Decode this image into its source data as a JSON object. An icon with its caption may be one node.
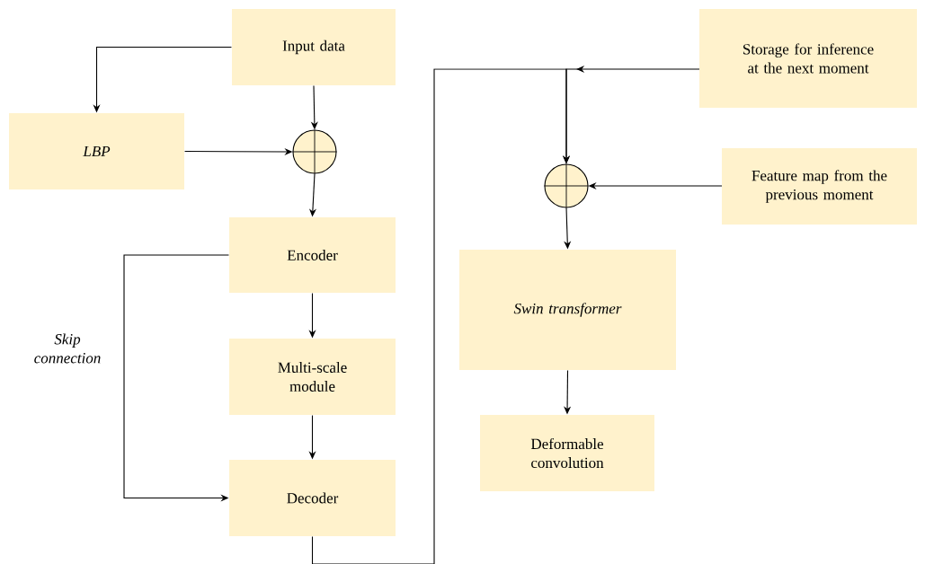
{
  "diagram": {
    "nodes": [
      {
        "text": [
          "Input data"
        ]
      },
      {
        "text": [
          "LBP"
        ]
      },
      {
        "text": [],
        "shape": "circle"
      },
      {
        "text": [
          "Encoder"
        ]
      },
      {
        "text": [
          "Multi-scale module"
        ]
      },
      {
        "text": [
          "Decoder"
        ]
      },
      {
        "text": [
          "Storage for inference at the next moment"
        ]
      },
      {
        "text": [],
        "shape": "circle"
      },
      {
        "text": [
          "Feature map from the previous moment"
        ]
      },
      {
        "text": [
          "Swin transformer"
        ]
      },
      {
        "text": [
          "Deformable convolution"
        ]
      }
    ],
    "edges": [
      {
        "from": 0,
        "to": 1,
        "arrow": "to"
      },
      {
        "from": 0,
        "to": 2,
        "arrow": "to"
      },
      {
        "from": 1,
        "to": 2,
        "arrow": "to"
      },
      {
        "from": 2,
        "to": 3,
        "arrow": "to"
      },
      {
        "from": 3,
        "to": 4,
        "arrow": "to"
      },
      {
        "from": 4,
        "to": 5,
        "arrow": "to"
      },
      {
        "from": 3,
        "to": 5,
        "arrow": "to",
        "label": "Skip connection"
      },
      {
        "from": 5,
        "to": 7,
        "arrow": "to"
      },
      {
        "from": 6,
        "to": 7,
        "arrow": "to"
      },
      {
        "from": 8,
        "to": 7,
        "arrow": "to"
      },
      {
        "from": 7,
        "to": 9,
        "arrow": "to"
      },
      {
        "from": 9,
        "to": 10,
        "arrow": "to"
      }
    ]
  }
}
